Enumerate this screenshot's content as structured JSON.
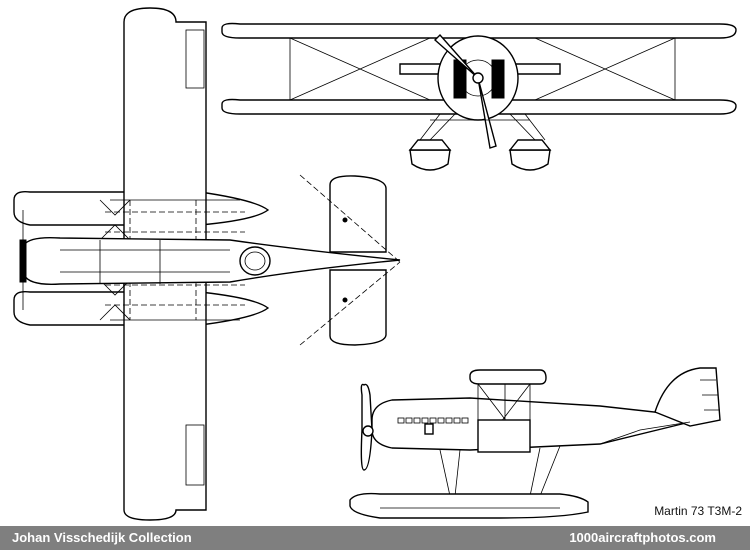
{
  "caption": "Martin 73 T3M-2",
  "footer": {
    "collection": "Johan Visschedijk Collection",
    "site": "1000aircraftphotos.com"
  }
}
